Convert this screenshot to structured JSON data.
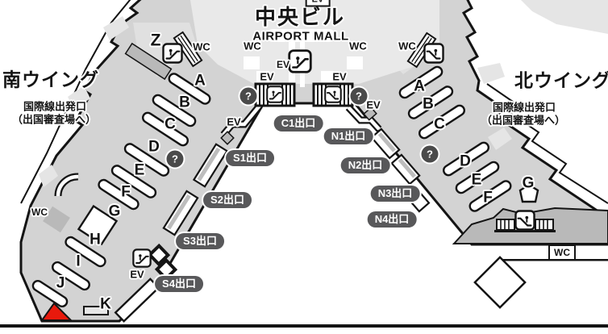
{
  "central": {
    "building_name": "中央ビル",
    "mall_name": "AIRPORT MALL",
    "exit": "C1出口"
  },
  "wings": {
    "south": {
      "name": "南ウイング",
      "gate_line1": "国際線出発口",
      "gate_line2": "（出国審査場へ）",
      "counters": [
        "Z",
        "A",
        "B",
        "C",
        "D",
        "E",
        "F",
        "G",
        "H",
        "I",
        "J",
        "K"
      ],
      "exits": [
        "S1出口",
        "S2出口",
        "S3出口",
        "S4出口"
      ]
    },
    "north": {
      "name": "北ウイング",
      "gate_line1": "国際線出発口",
      "gate_line2": "（出国審査場へ）",
      "counters": [
        "A",
        "B",
        "C",
        "D",
        "E",
        "F",
        "G"
      ],
      "exits": [
        "N1出口",
        "N2出口",
        "N3出口",
        "N4出口"
      ]
    }
  },
  "facility_labels": {
    "wc": "WC",
    "elevator": "EV",
    "information": "?"
  },
  "marker": {
    "type": "current-location-triangle",
    "color": "#e8190c"
  },
  "colors": {
    "terminal_fill": "#d3d3d3",
    "central_fill": "#e9e9e9",
    "dark_block": "#b9b9b9",
    "badge": "#58585a",
    "outline": "#141414",
    "marker_red": "#e8190c"
  }
}
